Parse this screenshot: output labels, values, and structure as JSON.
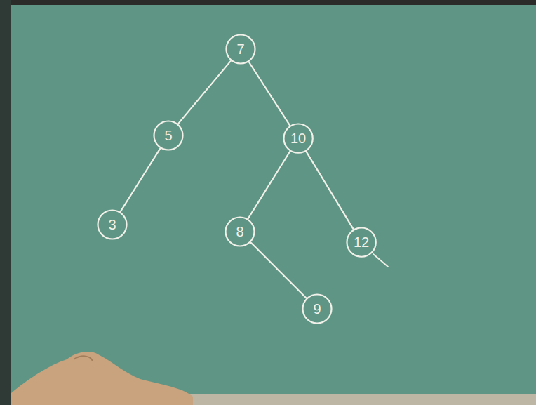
{
  "diagram": {
    "nodes": [
      {
        "text": [
          "7"
        ]
      },
      {
        "text": [
          "5"
        ]
      },
      {
        "text": [
          "10"
        ]
      },
      {
        "text": [
          "3"
        ]
      },
      {
        "text": [
          "8"
        ]
      },
      {
        "text": [
          "12"
        ]
      },
      {
        "text": [
          "9"
        ]
      }
    ],
    "edges": [
      {
        "from": 0,
        "to": 1,
        "arrow": "none"
      },
      {
        "from": 0,
        "to": 2,
        "arrow": "none"
      },
      {
        "from": 1,
        "to": 3,
        "arrow": "none"
      },
      {
        "from": 2,
        "to": 4,
        "arrow": "none"
      },
      {
        "from": 2,
        "to": 5,
        "arrow": "none"
      },
      {
        "from": 4,
        "to": 6,
        "arrow": "none"
      }
    ]
  }
}
